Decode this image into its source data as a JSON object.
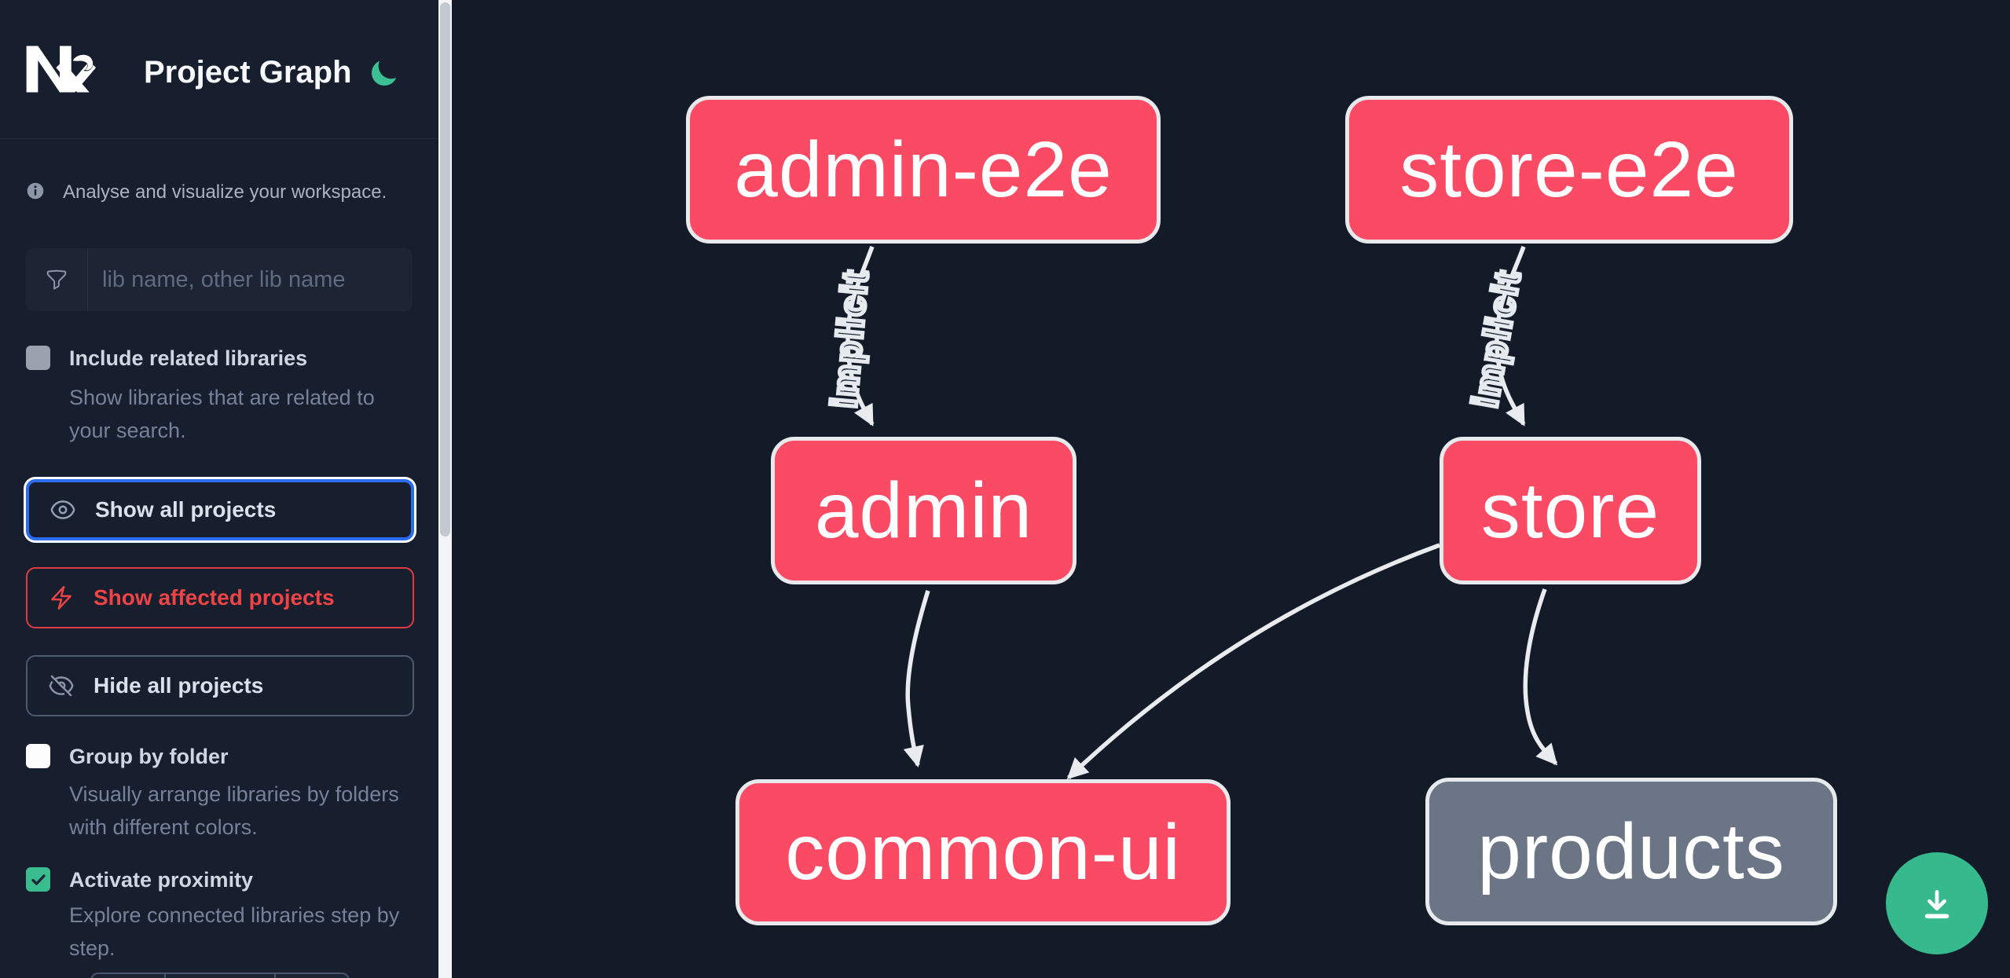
{
  "header": {
    "title": "Project Graph",
    "logo": "nx-logo",
    "theme_toggle_icon": "moon"
  },
  "sidebar": {
    "tagline": "Analyse and visualize your workspace.",
    "search": {
      "placeholder": "lib name, other lib name",
      "value": "",
      "icon": "funnel-icon"
    },
    "options": [
      {
        "label": "Include related libraries",
        "description": "Show libraries that are related to your search.",
        "checked": false
      },
      {
        "label": "Group by folder",
        "description": "Visually arrange libraries by folders with different colors.",
        "checked": false
      },
      {
        "label": "Activate proximity",
        "description": "Explore connected libraries step by step.",
        "checked": true
      }
    ],
    "actions": [
      {
        "label": "Show all projects",
        "icon": "eye-icon",
        "state": "focused"
      },
      {
        "label": "Show affected projects",
        "icon": "lightning-bolt-icon",
        "state": "affected"
      },
      {
        "label": "Hide all projects",
        "icon": "eye-slash-icon",
        "state": "default"
      }
    ]
  },
  "graph": {
    "nodes": [
      {
        "id": "admin-e2e",
        "label": "admin-e2e",
        "color": "pink"
      },
      {
        "id": "store-e2e",
        "label": "store-e2e",
        "color": "pink"
      },
      {
        "id": "admin",
        "label": "admin",
        "color": "pink"
      },
      {
        "id": "store",
        "label": "store",
        "color": "pink"
      },
      {
        "id": "common-ui",
        "label": "common-ui",
        "color": "pink"
      },
      {
        "id": "products",
        "label": "products",
        "color": "gray"
      }
    ],
    "edges": [
      {
        "source": "admin-e2e",
        "target": "admin",
        "label": "implicit"
      },
      {
        "source": "store-e2e",
        "target": "store",
        "label": "implicit"
      },
      {
        "source": "admin",
        "target": "common-ui",
        "label": ""
      },
      {
        "source": "store",
        "target": "common-ui",
        "label": ""
      },
      {
        "source": "store",
        "target": "products",
        "label": ""
      }
    ]
  },
  "fab": {
    "icon": "download-icon"
  },
  "colors": {
    "node_pink": "#fb4a63",
    "node_gray": "#6c7585",
    "node_border": "#e7e9ec",
    "edge": "#e9ebee",
    "accent_green": "#35b98d",
    "accent_blue": "#2b6cf0",
    "accent_red": "#ef4446",
    "sidebar_bg": "#171e2e",
    "canvas_bg": "#141b28"
  }
}
